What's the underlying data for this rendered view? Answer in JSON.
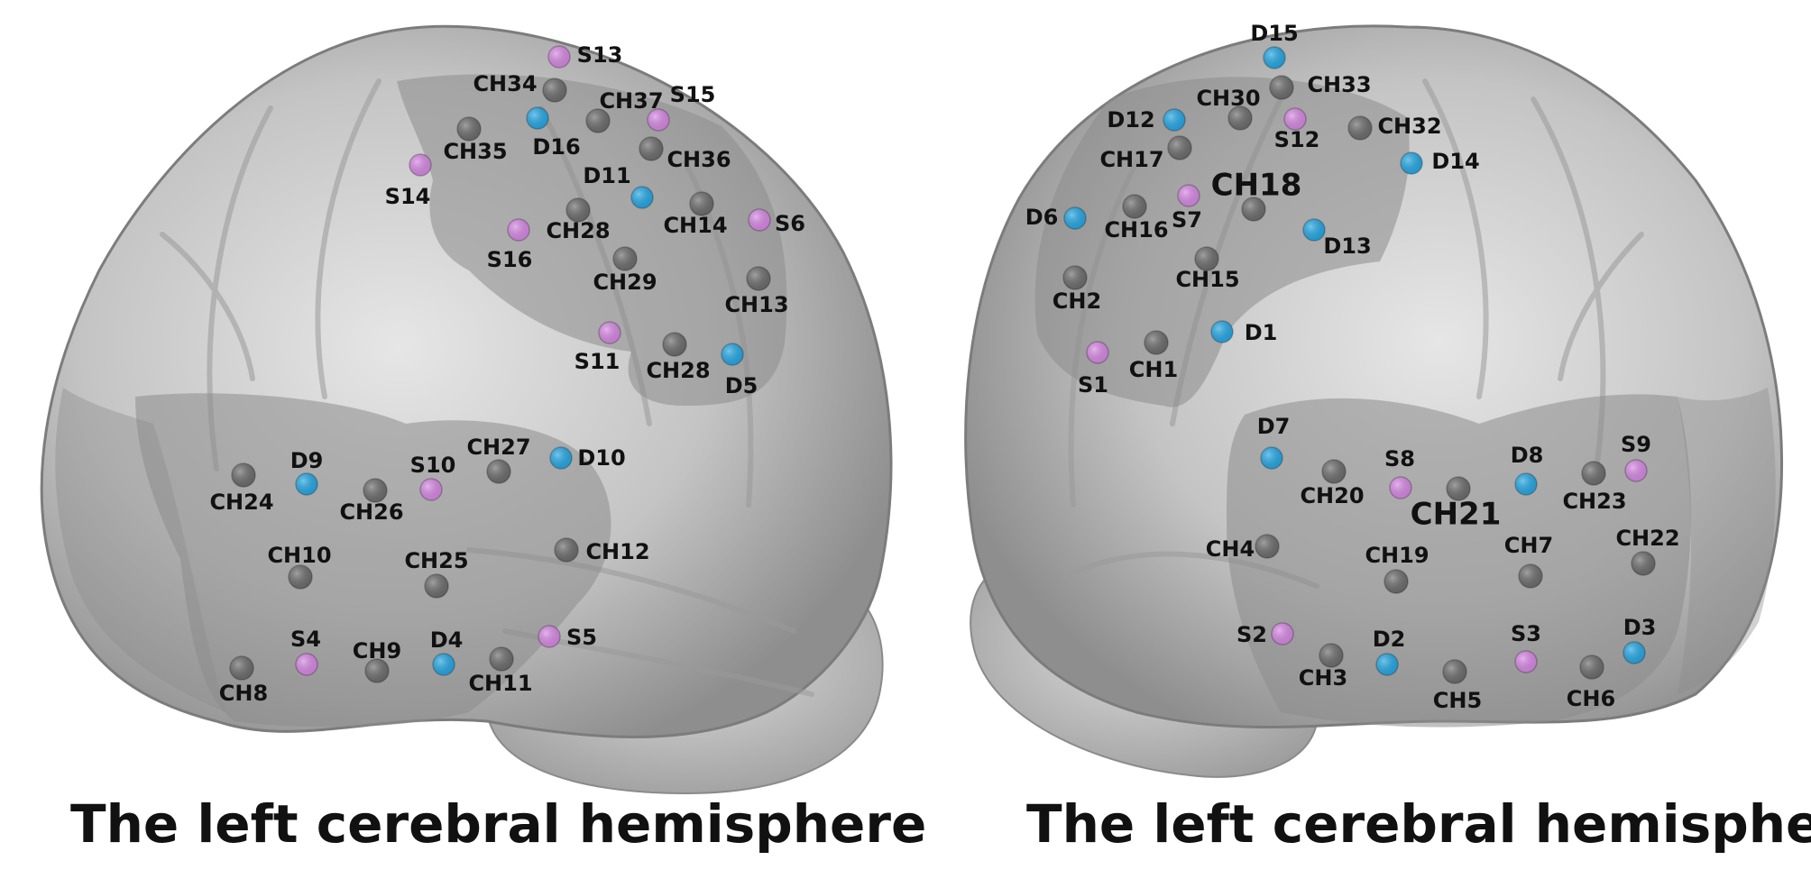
{
  "colors": {
    "background": "#ffffff",
    "brain_shade": "#a9a9a9",
    "brain_light": "#d4d4d4",
    "roi_region": "#8c8c8c",
    "source": "#d98ae6",
    "detector": "#26a9e6",
    "channel": "#6e6e6e",
    "label": "#111111"
  },
  "legend_semantics": {
    "S": "source",
    "D": "detector",
    "CH": "channel"
  },
  "panels": [
    {
      "caption": "The left cerebral hemisphere",
      "markers": [
        {
          "label": "S13",
          "kind": "source"
        },
        {
          "label": "S15",
          "kind": "source"
        },
        {
          "label": "S14",
          "kind": "source"
        },
        {
          "label": "S16",
          "kind": "source"
        },
        {
          "label": "S6",
          "kind": "source"
        },
        {
          "label": "S11",
          "kind": "source"
        },
        {
          "label": "S10",
          "kind": "source"
        },
        {
          "label": "S4",
          "kind": "source"
        },
        {
          "label": "S5",
          "kind": "source"
        },
        {
          "label": "D16",
          "kind": "detector"
        },
        {
          "label": "D11",
          "kind": "detector"
        },
        {
          "label": "D5",
          "kind": "detector"
        },
        {
          "label": "D9",
          "kind": "detector"
        },
        {
          "label": "D10",
          "kind": "detector"
        },
        {
          "label": "D4",
          "kind": "detector"
        },
        {
          "label": "CH34",
          "kind": "channel"
        },
        {
          "label": "CH37",
          "kind": "channel"
        },
        {
          "label": "CH35",
          "kind": "channel"
        },
        {
          "label": "CH36",
          "kind": "channel"
        },
        {
          "label": "CH28",
          "kind": "channel"
        },
        {
          "label": "CH14",
          "kind": "channel"
        },
        {
          "label": "CH29",
          "kind": "channel"
        },
        {
          "label": "CH13",
          "kind": "channel"
        },
        {
          "label": "CH28",
          "kind": "channel"
        },
        {
          "label": "CH27",
          "kind": "channel"
        },
        {
          "label": "CH24",
          "kind": "channel"
        },
        {
          "label": "CH26",
          "kind": "channel"
        },
        {
          "label": "CH10",
          "kind": "channel"
        },
        {
          "label": "CH25",
          "kind": "channel"
        },
        {
          "label": "CH12",
          "kind": "channel"
        },
        {
          "label": "CH9",
          "kind": "channel"
        },
        {
          "label": "CH11",
          "kind": "channel"
        },
        {
          "label": "CH8",
          "kind": "channel"
        }
      ]
    },
    {
      "caption": "The left cerebral hemisphere",
      "markers": [
        {
          "label": "D15",
          "kind": "detector"
        },
        {
          "label": "D12",
          "kind": "detector"
        },
        {
          "label": "D14",
          "kind": "detector"
        },
        {
          "label": "D6",
          "kind": "detector"
        },
        {
          "label": "D13",
          "kind": "detector"
        },
        {
          "label": "D1",
          "kind": "detector"
        },
        {
          "label": "D7",
          "kind": "detector"
        },
        {
          "label": "D8",
          "kind": "detector"
        },
        {
          "label": "D2",
          "kind": "detector"
        },
        {
          "label": "D3",
          "kind": "detector"
        },
        {
          "label": "S12",
          "kind": "source"
        },
        {
          "label": "S7",
          "kind": "source"
        },
        {
          "label": "S1",
          "kind": "source"
        },
        {
          "label": "S8",
          "kind": "source"
        },
        {
          "label": "S9",
          "kind": "source"
        },
        {
          "label": "S2",
          "kind": "source"
        },
        {
          "label": "S3",
          "kind": "source"
        },
        {
          "label": "CH30",
          "kind": "channel"
        },
        {
          "label": "CH33",
          "kind": "channel"
        },
        {
          "label": "CH32",
          "kind": "channel"
        },
        {
          "label": "CH17",
          "kind": "channel"
        },
        {
          "label": "CH18",
          "kind": "channel"
        },
        {
          "label": "CH16",
          "kind": "channel"
        },
        {
          "label": "CH15",
          "kind": "channel"
        },
        {
          "label": "CH2",
          "kind": "channel"
        },
        {
          "label": "CH1",
          "kind": "channel"
        },
        {
          "label": "CH20",
          "kind": "channel"
        },
        {
          "label": "CH21",
          "kind": "channel"
        },
        {
          "label": "CH23",
          "kind": "channel"
        },
        {
          "label": "CH4",
          "kind": "channel"
        },
        {
          "label": "CH19",
          "kind": "channel"
        },
        {
          "label": "CH7",
          "kind": "channel"
        },
        {
          "label": "CH22",
          "kind": "channel"
        },
        {
          "label": "CH3",
          "kind": "channel"
        },
        {
          "label": "CH5",
          "kind": "channel"
        },
        {
          "label": "CH6",
          "kind": "channel"
        }
      ]
    }
  ]
}
